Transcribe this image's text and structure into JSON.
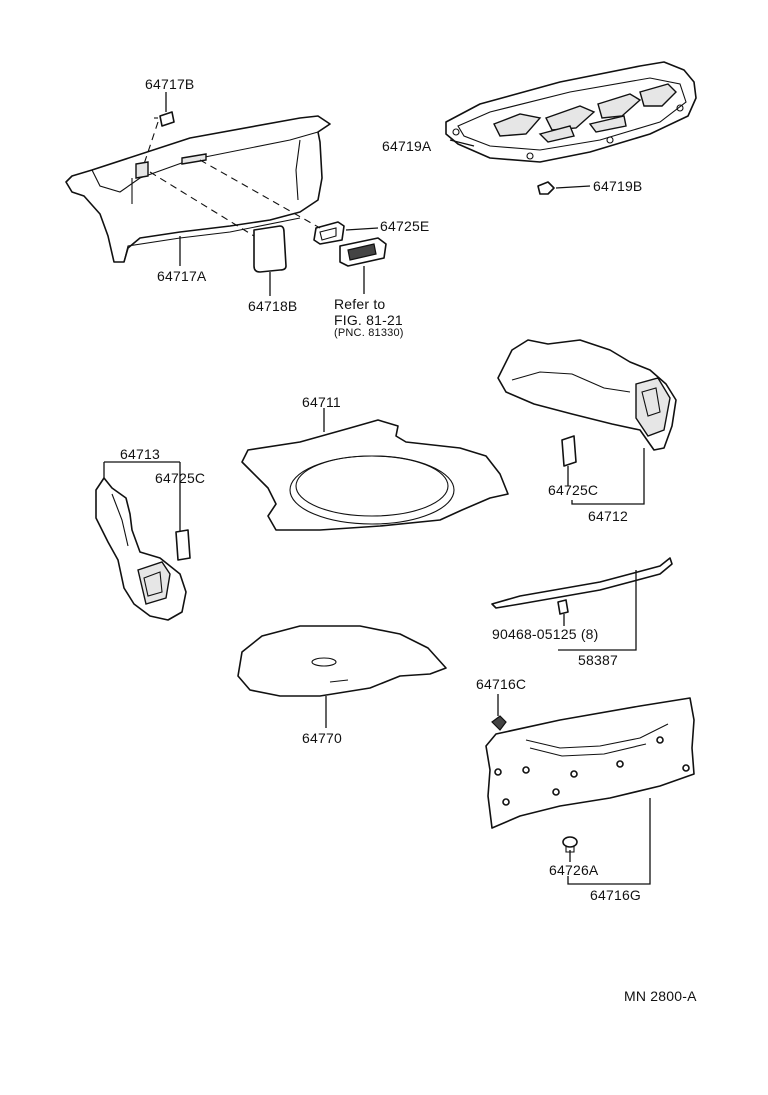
{
  "labels": {
    "p64717B": "64717B",
    "p64717A": "64717A",
    "p64718B": "64718B",
    "p64719A": "64719A",
    "p64719B": "64719B",
    "p64725E": "64725E",
    "refer_line1": "Refer  to",
    "refer_line2": "FIG. 81-21",
    "refer_line3": "(PNC. 81330)",
    "p64711": "64711",
    "p64713": "64713",
    "p64725C_left": "64725C",
    "p64725C_right": "64725C",
    "p64712": "64712",
    "p90468": "90468-05125 (8)",
    "p58387": "58387",
    "p64770": "64770",
    "p64716C": "64716C",
    "p64726A": "64726A",
    "p64716G": "64716G",
    "figure_code": "MN  2800-A"
  }
}
